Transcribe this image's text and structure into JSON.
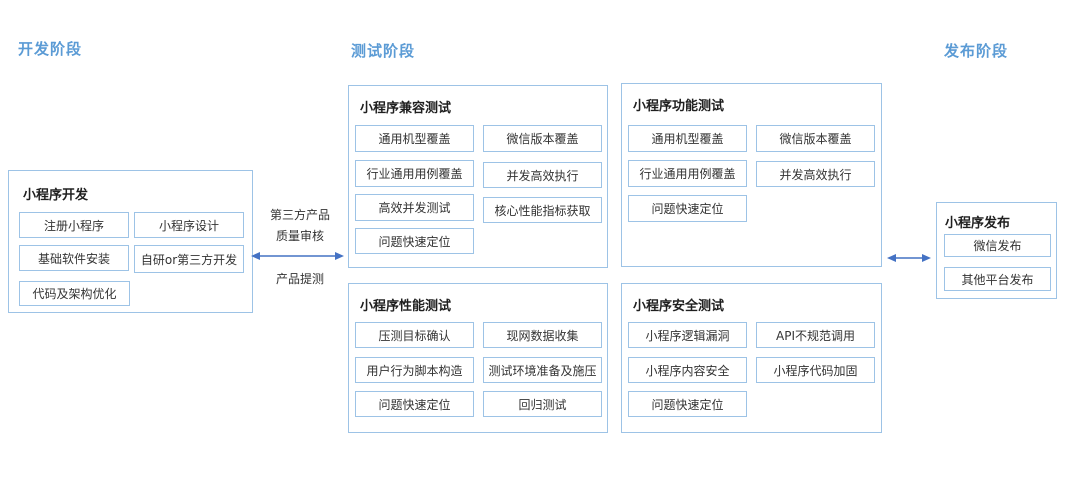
{
  "colors": {
    "phase_header_blue": "#5B9BD5",
    "box_border_blue": "#9DC3E6",
    "arrow_blue": "#4472C4",
    "item_text": "#333333"
  },
  "phase_headers": {
    "dev": "开发阶段",
    "test": "测试阶段",
    "release": "发布阶段"
  },
  "dev_box": {
    "title": "小程序开发",
    "items": [
      "注册小程序",
      "小程序设计",
      "基础软件安装",
      "自研or第三方开发",
      "代码及架构优化"
    ]
  },
  "dev_test_connector": {
    "top_label_line1": "第三方产品",
    "top_label_line2": "质量审核",
    "bottom_label": "产品提测"
  },
  "test_boxes": [
    {
      "title": "小程序兼容测试",
      "left": [
        "通用机型覆盖",
        "行业通用用例覆盖",
        "高效并发测试",
        "问题快速定位"
      ],
      "right": [
        "微信版本覆盖",
        "并发高效执行",
        "核心性能指标获取"
      ]
    },
    {
      "title": "小程序功能测试",
      "left": [
        "通用机型覆盖",
        "行业通用用例覆盖",
        "问题快速定位"
      ],
      "right": [
        "微信版本覆盖",
        "并发高效执行"
      ]
    },
    {
      "title": "小程序性能测试",
      "left": [
        "压测目标确认",
        "用户行为脚本构造",
        "问题快速定位"
      ],
      "right": [
        "现网数据收集",
        "测试环境准备及施压",
        "回归测试"
      ]
    },
    {
      "title": "小程序安全测试",
      "left": [
        "小程序逻辑漏洞",
        "小程序内容安全",
        "问题快速定位"
      ],
      "right": [
        "API不规范调用",
        "小程序代码加固"
      ]
    }
  ],
  "release_box": {
    "title": "小程序发布",
    "items": [
      "微信发布",
      "其他平台发布"
    ]
  }
}
